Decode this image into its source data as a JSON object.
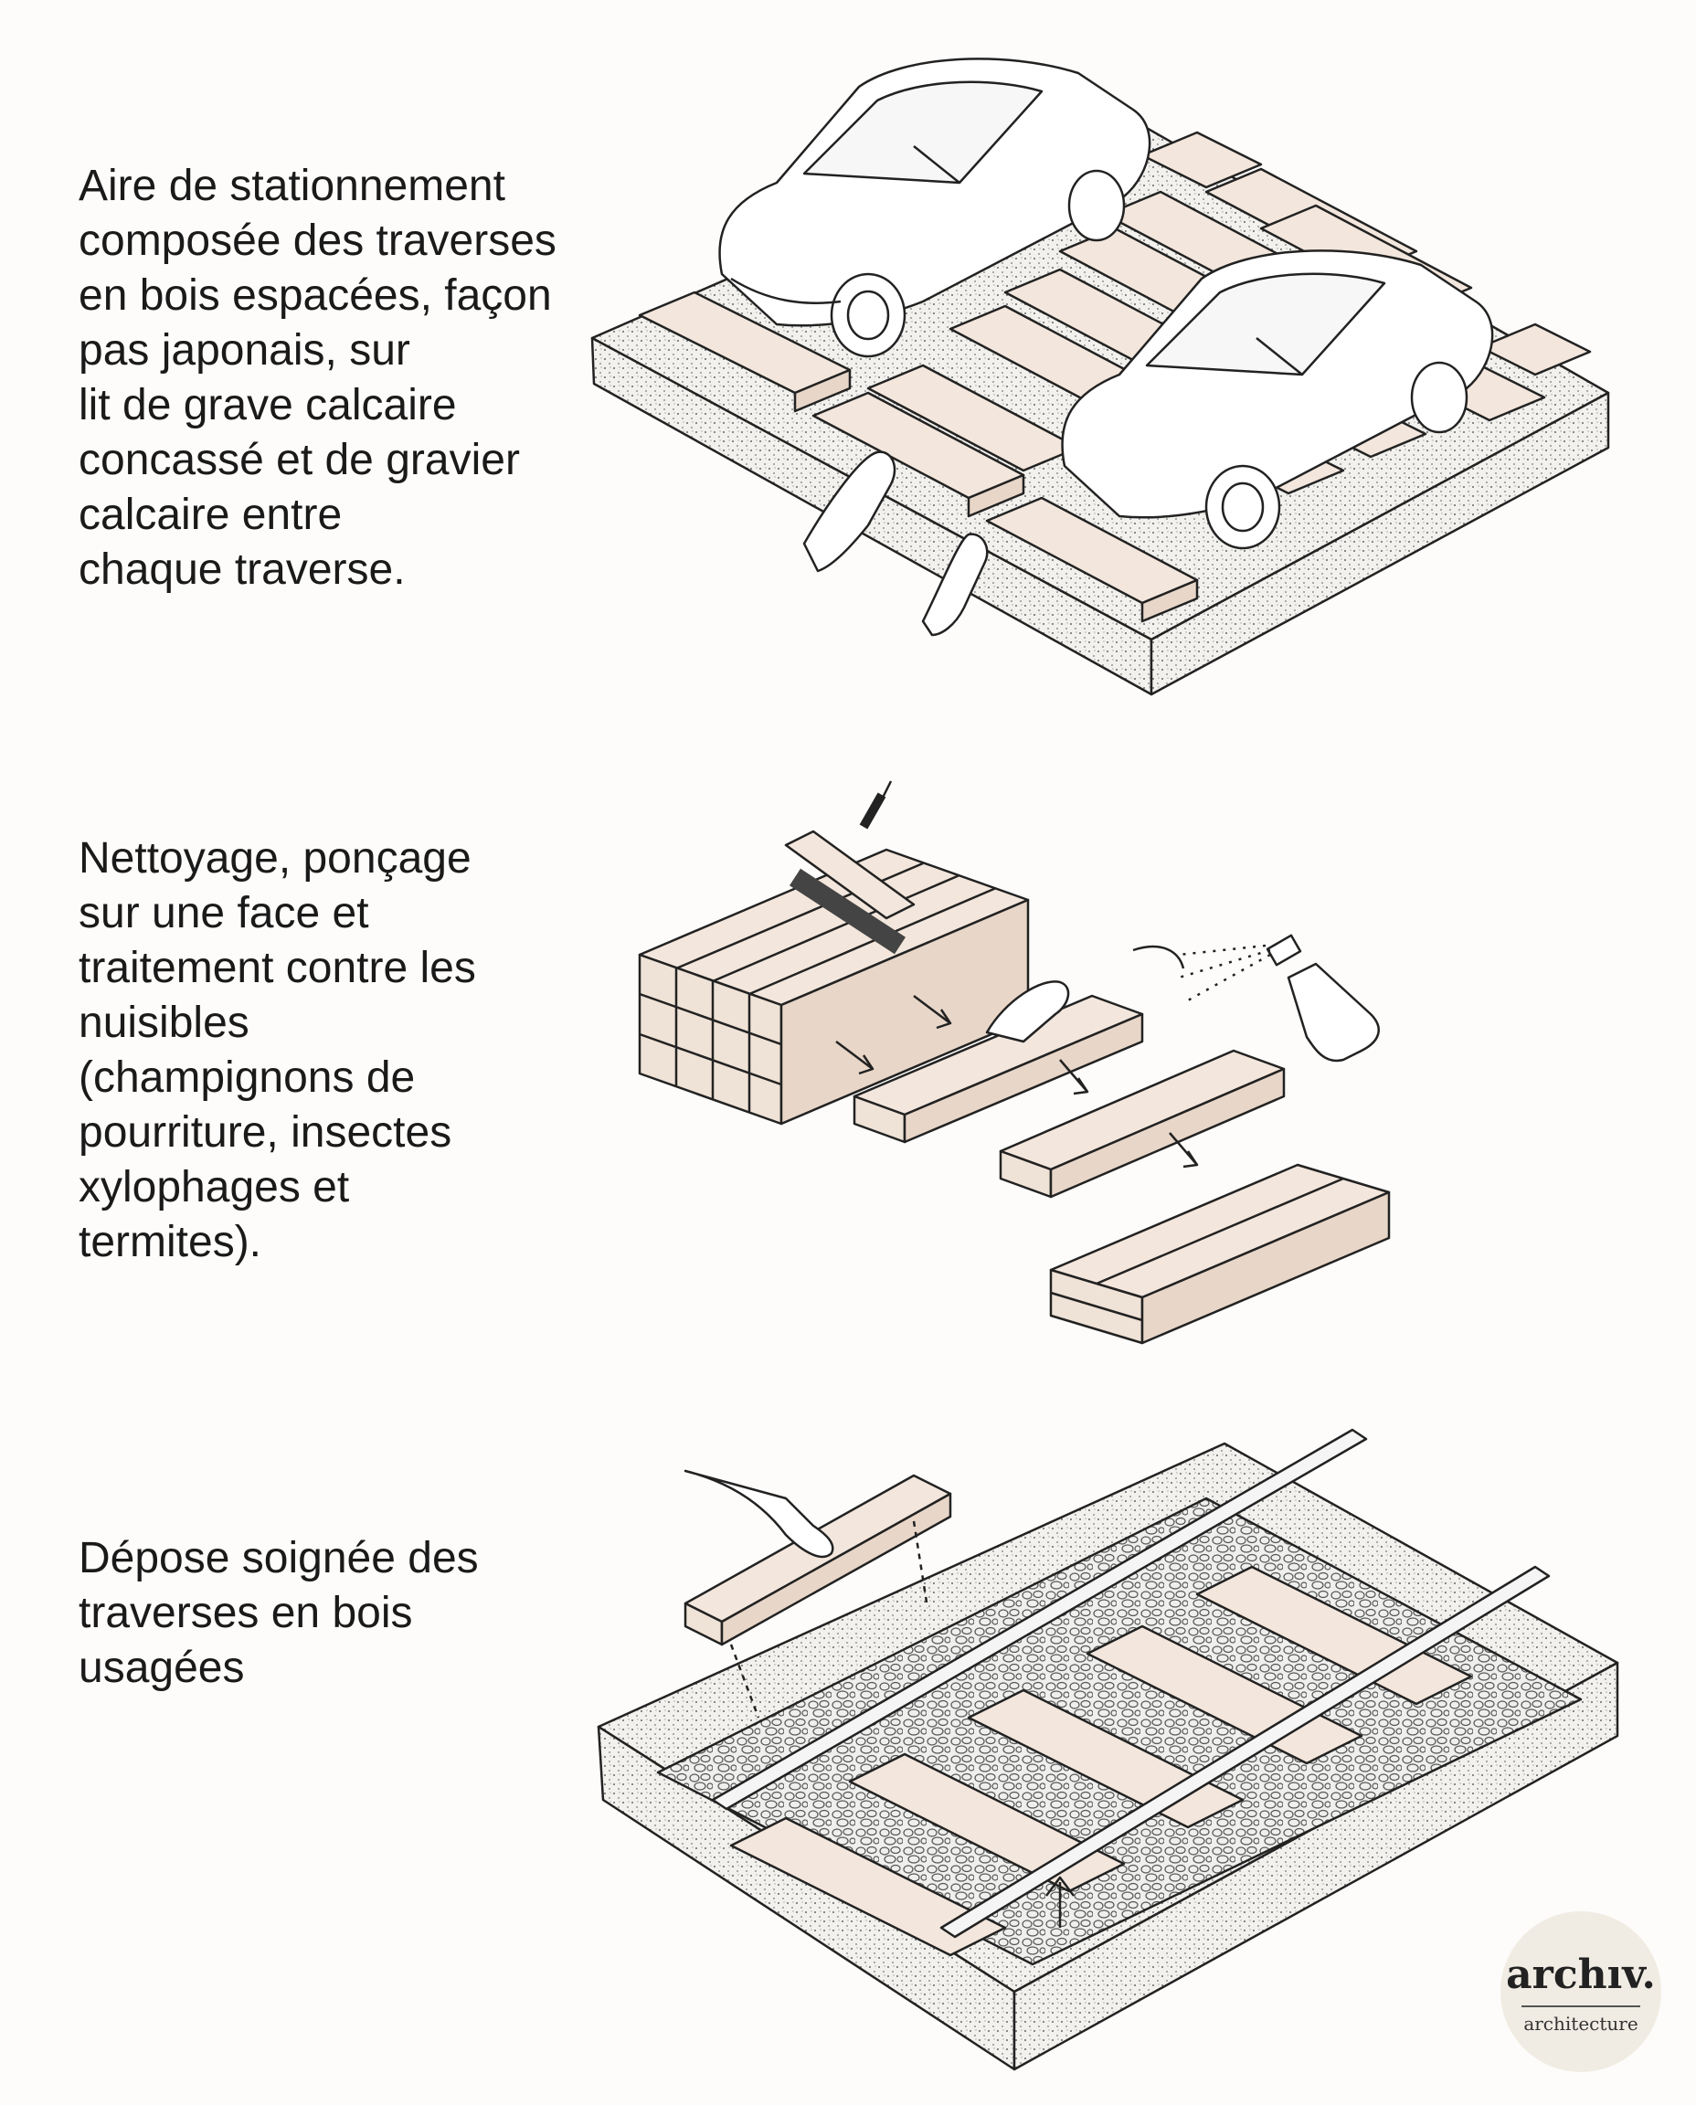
{
  "steps": [
    {
      "text": "Aire de stationnement\ncomposée des traverses\nen bois espacées, façon\npas japonais, sur\nlit de grave calcaire\nconcassé et de gravier\ncalcaire entre\nchaque traverse."
    },
    {
      "text": "Nettoyage, ponçage\nsur une face et\ntraitement contre les\nnuisibles\n(champignons de\npourriture, insectes\nxylophages et\ntermites)."
    },
    {
      "text": "Dépose soignée des\ntraverses en bois\nusagées"
    }
  ],
  "logo": {
    "name": "archıv.",
    "subtitle": "architecture"
  },
  "colors": {
    "wood": "#f3e6dc",
    "gravel": "#ececea",
    "line": "#222222",
    "background": "#fdfcfa"
  }
}
